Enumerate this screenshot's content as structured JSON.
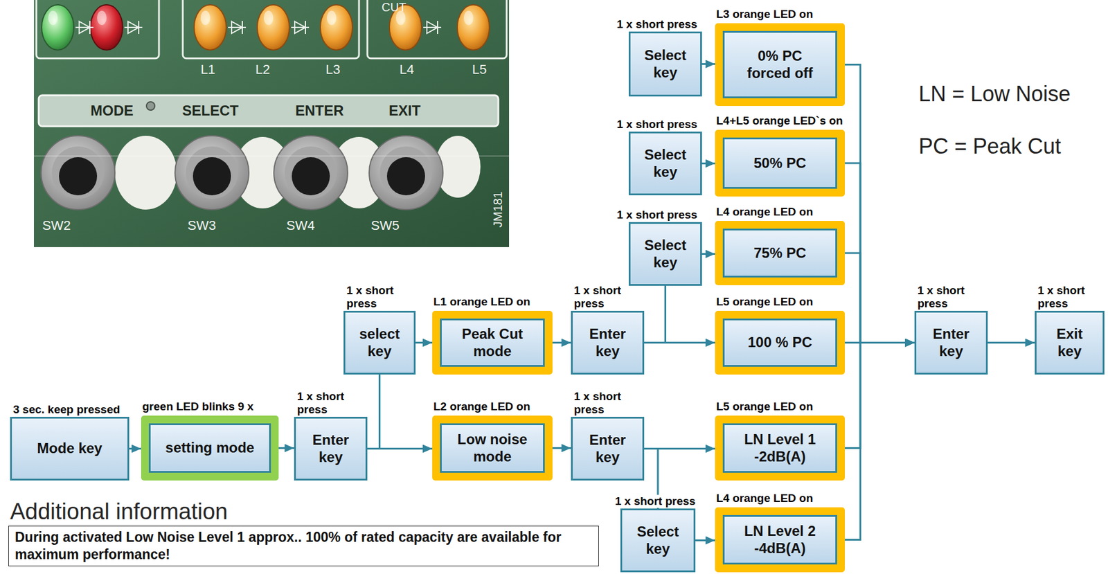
{
  "diagram": {
    "nodes": [
      {
        "text": [
          "3 sec. keep pressed",
          "Mode key"
        ]
      },
      {
        "text": [
          "green LED blinks 9 x",
          "setting mode"
        ]
      },
      {
        "text": [
          "1 x short press",
          "Enter key"
        ]
      },
      {
        "text": [
          "1 x short press",
          "select key"
        ]
      },
      {
        "text": [
          "L1 orange LED on",
          "Peak Cut mode"
        ]
      },
      {
        "text": [
          "L2 orange LED on",
          "Low noise mode"
        ]
      },
      {
        "text": [
          "1 x short press",
          "Enter key"
        ]
      },
      {
        "text": [
          "1 x short press",
          "Enter key"
        ]
      },
      {
        "text": [
          "1 x short press",
          "Select key"
        ]
      },
      {
        "text": [
          "L3 orange LED on",
          "0% PC forced off"
        ]
      },
      {
        "text": [
          "1 x short press",
          "Select key"
        ]
      },
      {
        "text": [
          "L4+L5 orange LED`s on",
          "50% PC"
        ]
      },
      {
        "text": [
          "1 x short press",
          "Select key"
        ]
      },
      {
        "text": [
          "L4 orange LED on",
          "75% PC"
        ]
      },
      {
        "text": [
          "L5 orange LED on",
          "100 % PC"
        ]
      },
      {
        "text": [
          "L5 orange LED on",
          "LN Level 1 -2dB(A)"
        ]
      },
      {
        "text": [
          "1 x short press",
          "Select key"
        ]
      },
      {
        "text": [
          "L4 orange LED on",
          "LN Level 2 -4dB(A)"
        ]
      },
      {
        "text": [
          "1 x short press",
          "Enter key"
        ]
      },
      {
        "text": [
          "1 x short press",
          "Exit key"
        ]
      },
      {
        "text": [
          "Additional information",
          "During activated Low Noise Level 1 approx.. 100% of rated capacity are available for maximum performance!"
        ]
      }
    ],
    "edges": [
      {
        "from": 0,
        "to": 1,
        "arrow": "to"
      },
      {
        "from": 1,
        "to": 2,
        "arrow": "to"
      },
      {
        "from": 2,
        "to": 3,
        "arrow": "none"
      },
      {
        "from": 3,
        "to": 4,
        "arrow": "to"
      },
      {
        "from": 2,
        "to": 5,
        "arrow": "to"
      },
      {
        "from": 4,
        "to": 6,
        "arrow": "to"
      },
      {
        "from": 5,
        "to": 7,
        "arrow": "to"
      },
      {
        "from": 6,
        "to": 14,
        "arrow": "to"
      },
      {
        "from": 6,
        "to": 12,
        "arrow": "none"
      },
      {
        "from": 12,
        "to": 13,
        "arrow": "to"
      },
      {
        "from": 10,
        "to": 11,
        "arrow": "to"
      },
      {
        "from": 8,
        "to": 9,
        "arrow": "to"
      },
      {
        "from": 7,
        "to": 15,
        "arrow": "to"
      },
      {
        "from": 7,
        "to": 16,
        "arrow": "none"
      },
      {
        "from": 16,
        "to": 17,
        "arrow": "to"
      },
      {
        "from": 9,
        "to": 18,
        "arrow": "to"
      },
      {
        "from": 11,
        "to": 18,
        "arrow": "to"
      },
      {
        "from": 13,
        "to": 18,
        "arrow": "to"
      },
      {
        "from": 14,
        "to": 18,
        "arrow": "to"
      },
      {
        "from": 15,
        "to": 18,
        "arrow": "to"
      },
      {
        "from": 17,
        "to": 18,
        "arrow": "to"
      },
      {
        "from": 18,
        "to": 19,
        "arrow": "to"
      }
    ],
    "labels": [
      "CUT",
      "L1",
      "L2",
      "L3",
      "L4",
      "L5",
      "MODE",
      "SELECT",
      "ENTER",
      "EXIT",
      "SW2",
      "SW3",
      "SW4",
      "SW5",
      "JM181",
      "LN = Low Noise",
      "PC = Peak Cut"
    ]
  }
}
